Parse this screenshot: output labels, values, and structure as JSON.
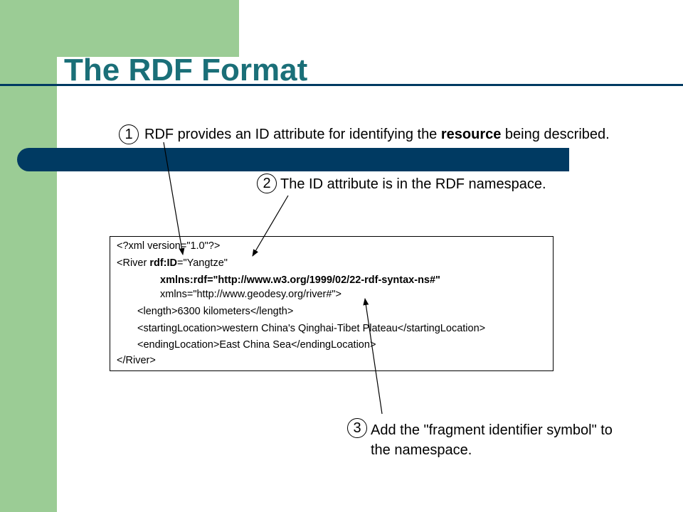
{
  "slide": {
    "title": "The RDF Format"
  },
  "callouts": [
    {
      "number": "1",
      "text_before": "RDF provides an ID attribute for identifying the ",
      "text_bold": "resource",
      "text_after": " being described."
    },
    {
      "number": "2",
      "text": "The ID attribute is in the RDF namespace."
    },
    {
      "number": "3",
      "line1": "Add the \"fragment identifier symbol\" to",
      "line2": "the namespace."
    }
  ],
  "code": {
    "line1": "<?xml version=\"1.0\"?>",
    "line2_tag": "<River ",
    "line2_attr": "rdf:ID",
    "line2_val": "=\"Yangtze\"",
    "line3": "xmlns:rdf=\"http://www.w3.org/1999/02/22-rdf-syntax-ns#\"",
    "line4": "xmlns=\"http://www.geodesy.org/river#\">",
    "line5_open": "<length>",
    "line5_text": "6300 kilometers",
    "line5_close": "</length>",
    "line6_open": "<startingLocation>",
    "line6_text": "western China's Qinghai-Tibet Plateau",
    "line6_close": "</startingLocation>",
    "line7_open": "<endingLocation>",
    "line7_text": "East China Sea",
    "line7_close": "</endingLocation>",
    "line8": "</River>"
  },
  "colors": {
    "green": "#9bcc95",
    "navy": "#003a62",
    "title_teal": "#1a6f78"
  }
}
